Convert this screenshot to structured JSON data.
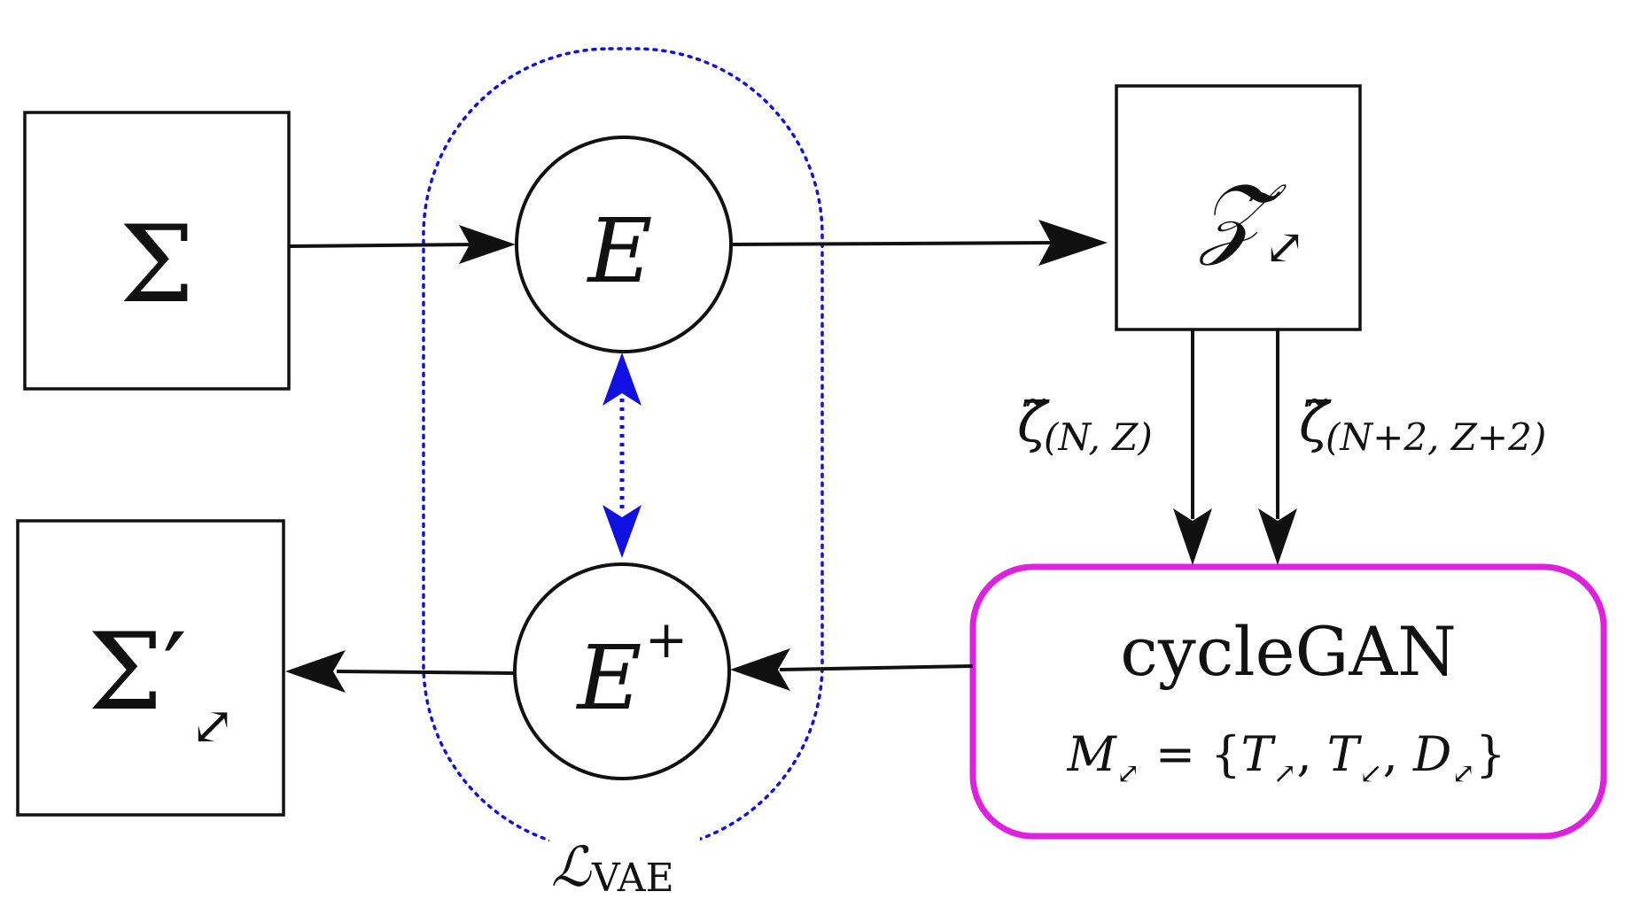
{
  "colors": {
    "stroke": "#111111",
    "vae_loop": "#1010e0",
    "cyclegan_border": "#e020e0",
    "background": "#ffffff"
  },
  "nodes": {
    "sigma": {
      "label": "Σ"
    },
    "sigma_prime": {
      "label": "Σ′",
      "subscript": "⤢"
    },
    "encoder": {
      "label": "E"
    },
    "encoder_plus": {
      "label": "E",
      "superscript": "+"
    },
    "z_tilde": {
      "label": "𝒵̃",
      "subscript": "⤢"
    },
    "cyclegan": {
      "title": "cycleGAN",
      "formula": {
        "lhs": "M",
        "lhs_sub": "⤢",
        "eq": " = {",
        "t1": "T",
        "t1_sub": "↗",
        "sep1": ", ",
        "t2": "T",
        "t2_sub": "↙",
        "sep2": ", ",
        "d": "D",
        "d_sub": "⤢",
        "close": "}"
      }
    }
  },
  "edge_labels": {
    "zeta1": {
      "symbol": "ζ̃",
      "subscript": "(N, Z)"
    },
    "zeta2": {
      "symbol": "ζ̃",
      "subscript": "(N+2, Z+2)"
    }
  },
  "vae_loss": {
    "symbol": "ℒ",
    "subscript": "VAE"
  }
}
